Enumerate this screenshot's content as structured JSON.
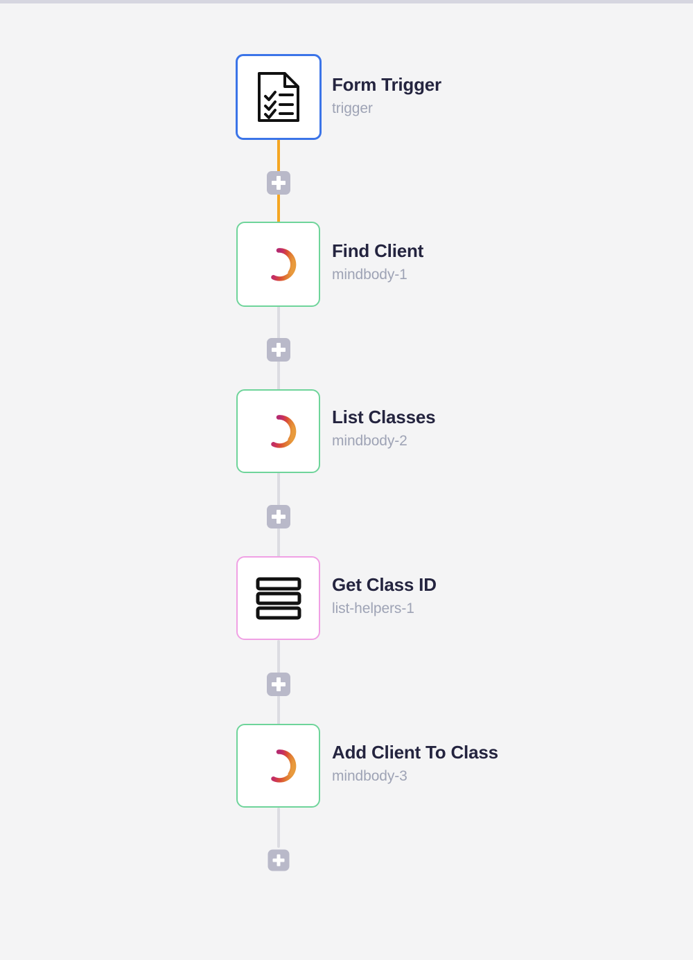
{
  "canvas": {
    "background_color": "#f4f4f5",
    "top_strip_color": "#d6d6e0"
  },
  "palette": {
    "trigger_border": "#3b74e8",
    "action_border": "#6ed49a",
    "helper_border": "#f0a0e4",
    "edge_active": "#f5a623",
    "edge_idle": "#dcdce2",
    "plus_button": "#b9b9c9",
    "title_text": "#24243f",
    "subtitle_text": "#9ea3b5"
  },
  "workflow": {
    "nodes": [
      {
        "title": "Form Trigger",
        "subtitle": "trigger",
        "icon": "form-document-checklist-icon",
        "kind": "trigger",
        "border_color": "#3b74e8"
      },
      {
        "title": "Find Client",
        "subtitle": "mindbody-1",
        "icon": "mindbody-ring-icon",
        "kind": "action",
        "border_color": "#6ed49a"
      },
      {
        "title": "List Classes",
        "subtitle": "mindbody-2",
        "icon": "mindbody-ring-icon",
        "kind": "action",
        "border_color": "#6ed49a"
      },
      {
        "title": "Get Class ID",
        "subtitle": "list-helpers-1",
        "icon": "list-bars-icon",
        "kind": "helper",
        "border_color": "#f0a0e4"
      },
      {
        "title": "Add Client To Class",
        "subtitle": "mindbody-3",
        "icon": "mindbody-ring-icon",
        "kind": "action",
        "border_color": "#6ed49a"
      }
    ],
    "connectors": [
      {
        "from": "Form Trigger",
        "to": "Find Client",
        "color": "#f5a623",
        "add_label": "+"
      },
      {
        "from": "Find Client",
        "to": "List Classes",
        "color": "#dcdce2",
        "add_label": "+"
      },
      {
        "from": "List Classes",
        "to": "Get Class ID",
        "color": "#dcdce2",
        "add_label": "+"
      },
      {
        "from": "Get Class ID",
        "to": "Add Client To Class",
        "color": "#dcdce2",
        "add_label": "+"
      },
      {
        "from": "Add Client To Class",
        "to": null,
        "color": "#dcdce2",
        "add_label": "+"
      }
    ]
  }
}
